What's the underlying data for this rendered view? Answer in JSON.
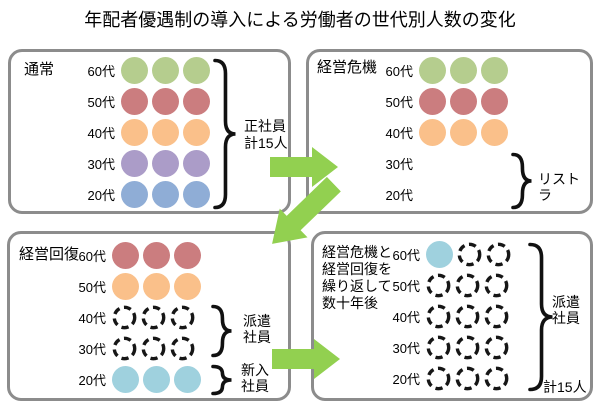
{
  "title": "年配者優遇制の導入による労働者の世代別人数の変化",
  "colors": {
    "green": "#b5cd8e",
    "rose": "#cb7d7f",
    "orange": "#fac08a",
    "purple": "#ab9cc8",
    "blue": "#8fadd6",
    "cyan": "#9fd1de",
    "arrow": "#92d050",
    "panel_border": "#8c8c8c",
    "dashed_stroke": "#161616"
  },
  "panels": [
    {
      "id": "normal",
      "label": "通常",
      "rows": [
        {
          "age": "60代",
          "circles": [
            "green",
            "green",
            "green"
          ]
        },
        {
          "age": "50代",
          "circles": [
            "rose",
            "rose",
            "rose"
          ]
        },
        {
          "age": "40代",
          "circles": [
            "orange",
            "orange",
            "orange"
          ]
        },
        {
          "age": "30代",
          "circles": [
            "purple",
            "purple",
            "purple"
          ]
        },
        {
          "age": "20代",
          "circles": [
            "blue",
            "blue",
            "blue"
          ]
        }
      ],
      "braces": [
        {
          "label": "正社員\n計15人"
        }
      ]
    },
    {
      "id": "crisis",
      "label": "経営危機",
      "rows": [
        {
          "age": "60代",
          "circles": [
            "green",
            "green",
            "green"
          ]
        },
        {
          "age": "50代",
          "circles": [
            "rose",
            "rose",
            "rose"
          ]
        },
        {
          "age": "40代",
          "circles": [
            "orange",
            "orange",
            "orange"
          ]
        },
        {
          "age": "30代",
          "circles": []
        },
        {
          "age": "20代",
          "circles": []
        }
      ],
      "braces": [
        {
          "label": "リストラ"
        }
      ]
    },
    {
      "id": "recovery",
      "label": "経営回復",
      "rows": [
        {
          "age": "60代",
          "circles": [
            "rose",
            "rose",
            "rose"
          ]
        },
        {
          "age": "50代",
          "circles": [
            "orange",
            "orange",
            "orange"
          ]
        },
        {
          "age": "40代",
          "circles": [
            "dashed",
            "dashed",
            "dashed"
          ]
        },
        {
          "age": "30代",
          "circles": [
            "dashed",
            "dashed",
            "dashed"
          ]
        },
        {
          "age": "20代",
          "circles": [
            "cyan",
            "cyan",
            "cyan"
          ]
        }
      ],
      "braces": [
        {
          "label": "派遣\n社員"
        },
        {
          "label": "新入\n社員"
        }
      ]
    },
    {
      "id": "decades-later",
      "label": "経営危機と\n経営回復を\n繰り返して\n数十年後",
      "rows": [
        {
          "age": "60代",
          "circles": [
            "cyan",
            "dashed",
            "dashed"
          ]
        },
        {
          "age": "50代",
          "circles": [
            "dashed",
            "dashed",
            "dashed"
          ]
        },
        {
          "age": "40代",
          "circles": [
            "dashed",
            "dashed",
            "dashed"
          ]
        },
        {
          "age": "30代",
          "circles": [
            "dashed",
            "dashed",
            "dashed"
          ]
        },
        {
          "age": "20代",
          "circles": [
            "dashed",
            "dashed",
            "dashed"
          ]
        }
      ],
      "braces": [
        {
          "label": "派遣\n社員"
        }
      ],
      "total_label": "計15人"
    }
  ]
}
